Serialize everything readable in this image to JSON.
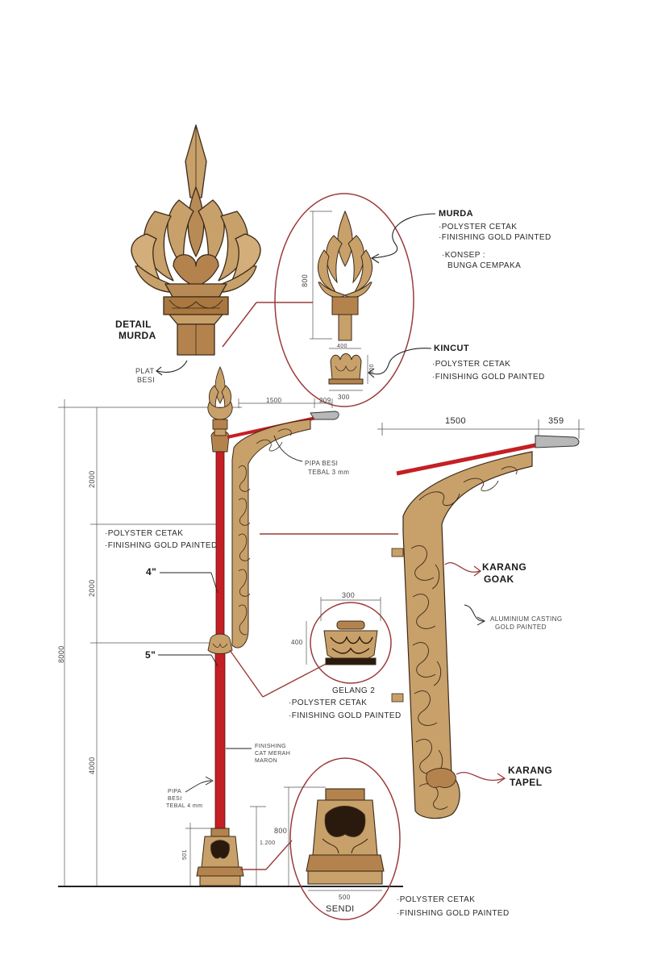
{
  "palette": {
    "gold": "#c8a06a",
    "gold_dark": "#8a6234",
    "pole_red": "#c41f24",
    "outline": "#3a2a18",
    "circle_red": "#9c3b3b"
  },
  "murda_detail": {
    "title_line1": "DETAIL",
    "title_line2": "MURDA",
    "plat_line1": "PLAT",
    "plat_line2": "BESI"
  },
  "murda": {
    "name": "MURDA",
    "spec1": "·POLYSTER CETAK",
    "spec2": "·FINISHING GOLD PAINTED",
    "concept1": "·KONSEP :",
    "concept2": "BUNGA CEMPAKA",
    "dim_height": "800",
    "dim_width": "400"
  },
  "kincut": {
    "name": "KINCUT",
    "spec1": "·POLYSTER CETAK",
    "spec2": "·FINISHING GOLD PAINTED",
    "dim_width": "300",
    "dim_height": "300"
  },
  "arm": {
    "dim_arm_small": "1500",
    "dim_tip_small": "209",
    "pipa_line1": "PIPA BESI",
    "pipa_line2": "TEBAL 3 mm",
    "dim_arm_large": "1500",
    "dim_tip_large": "359"
  },
  "pole": {
    "spec1": "·POLYSTER CETAK",
    "spec2": "·FINISHING GOLD PAINTED",
    "size_upper": "4\"",
    "size_lower": "5\"",
    "dim_total": "8000",
    "dim_top": "2000",
    "dim_mid": "2000",
    "dim_bottom": "4000",
    "finishing_line1": "FINISHING",
    "finishing_line2": "CAT MERAH",
    "finishing_line3": "MARON",
    "pipa_line1": "PIPA",
    "pipa_line2": "BESI",
    "pipa_line3": "TEBAL 4 mm",
    "dim_base_small": "1.200",
    "dim_base_tiny": "501"
  },
  "karang_goak": {
    "line1": "KARANG",
    "line2": "GOAK",
    "alu_line1": "ALUMINIUM CASTING",
    "alu_line2": "GOLD PAINTED"
  },
  "karang_tapel": {
    "line1": "KARANG",
    "line2": "TAPEL"
  },
  "gelang": {
    "name": "GELANG 2",
    "spec1": "·POLYSTER CETAK",
    "spec2": "·FINISHING GOLD PAINTED",
    "dim_width": "300",
    "dim_height": "400"
  },
  "sendi": {
    "name": "SENDI",
    "spec1": "·POLYSTER CETAK",
    "spec2": "·FINISHING GOLD PAINTED",
    "dim_height": "800",
    "dim_width": "500"
  }
}
